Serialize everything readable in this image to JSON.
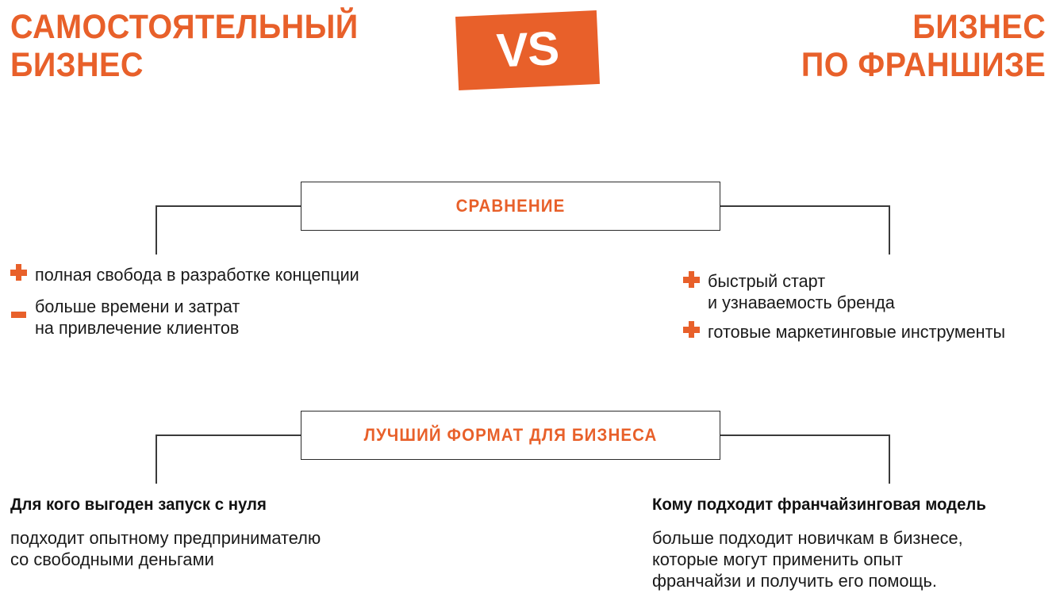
{
  "header": {
    "left_title": "САМОСТОЯТЕЛЬНЫЙ\nБИЗНЕС",
    "versus_label": "VS",
    "right_title": "БИЗНЕС\nПО ФРАНШИЗЕ"
  },
  "colors": {
    "accent_orange": "#E8602A",
    "line_dark": "#3a3a3a",
    "text_dark": "#1a1a1a",
    "background": "#FFFFFF"
  },
  "sections": [
    {
      "id": "comparison",
      "box_label": "СРАВНЕНИЕ",
      "left_items": [
        {
          "icon": "plus-icon",
          "type": "plus",
          "text": "полная свобода в разработке концепции"
        },
        {
          "icon": "minus-icon",
          "type": "minus",
          "text": "больше времени и затрат\nна привлечение клиентов"
        }
      ],
      "right_items": [
        {
          "icon": "plus-icon",
          "type": "plus",
          "text": "быстрый старт\nи узнаваемость бренда"
        },
        {
          "icon": "plus-icon",
          "type": "plus",
          "text": "готовые маркетинговые инструменты"
        }
      ]
    },
    {
      "id": "best-format",
      "box_label": "ЛУЧШИЙ ФОРМАТ ДЛЯ БИЗНЕСА",
      "left_block": {
        "heading": "Для кого выгоден запуск с нуля",
        "body": "подходит опытному предпринимателю\nсо свободными деньгами"
      },
      "right_block": {
        "heading": "Кому подходит франчайзинговая модель",
        "body": "больше подходит новичкам в бизнесе,\nкоторые могут применить опыт\nфранчайзи и получить его помощь."
      }
    }
  ]
}
